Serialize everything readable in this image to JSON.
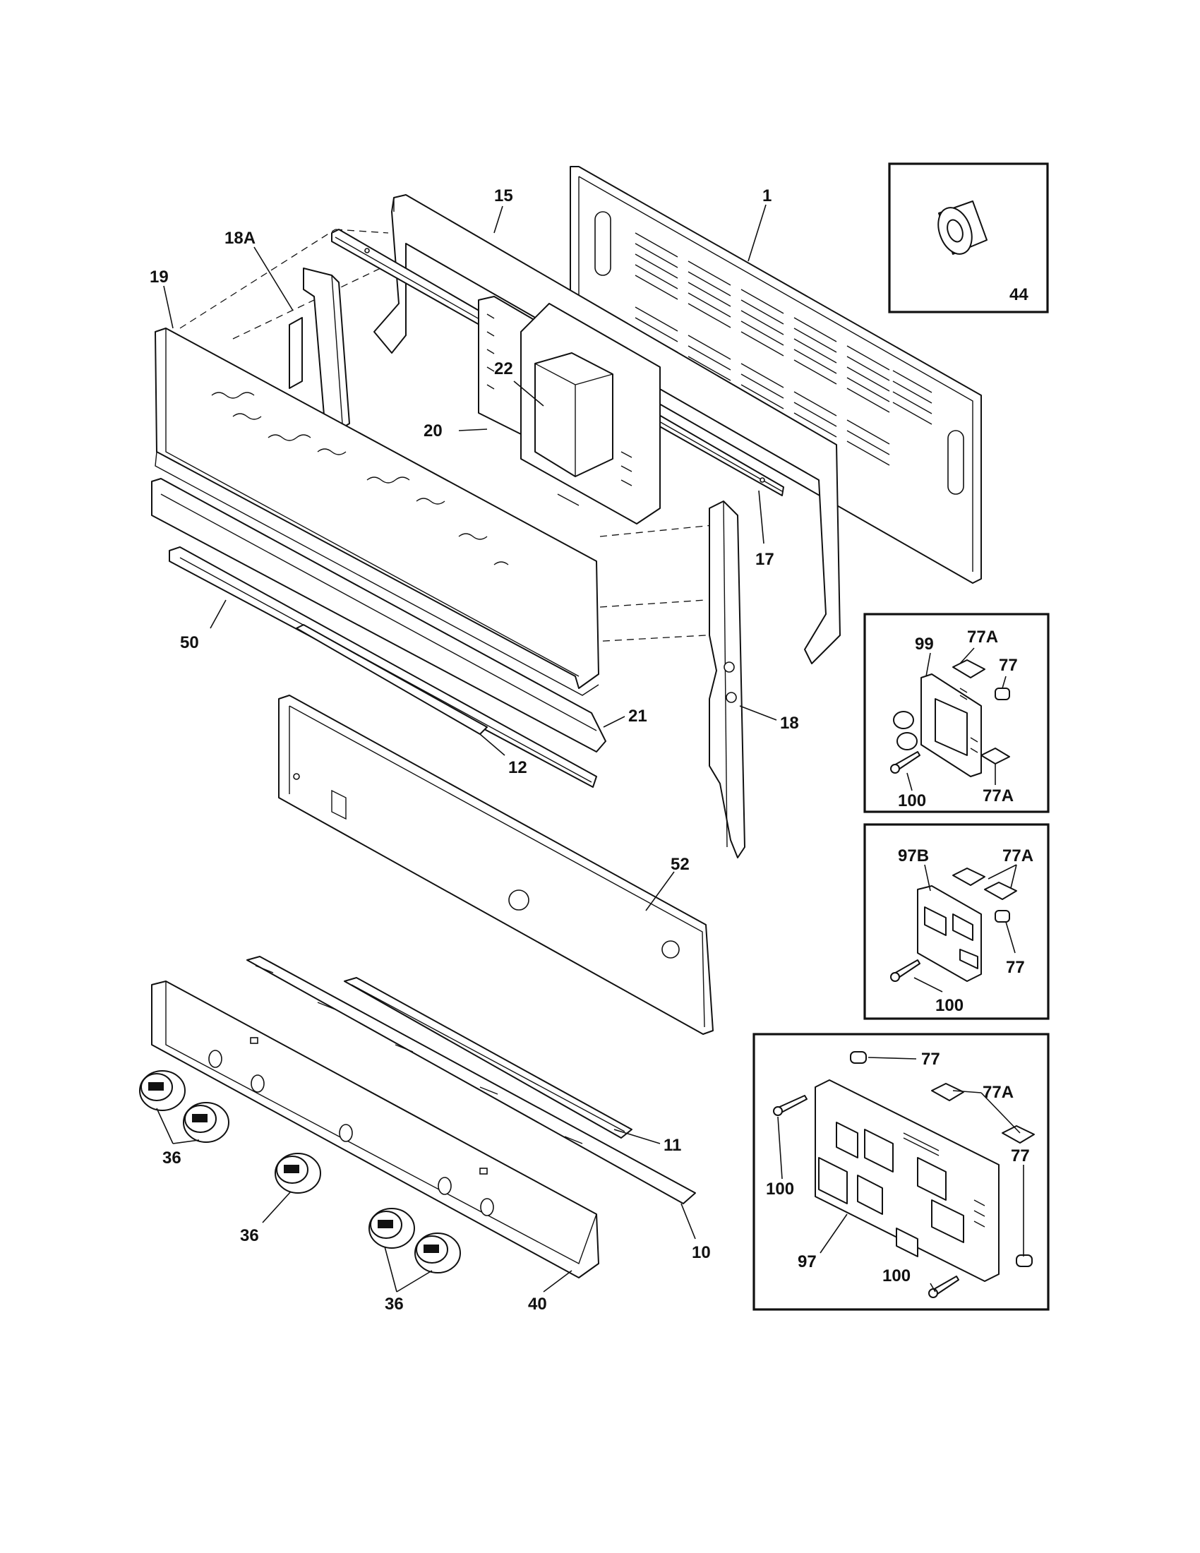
{
  "callouts": {
    "c1": "1",
    "c15": "15",
    "c18A": "18A",
    "c19": "19",
    "c22": "22",
    "c20": "20",
    "c17": "17",
    "c50": "50",
    "c21": "21",
    "c12": "12",
    "c18": "18",
    "c52": "52",
    "c11": "11",
    "c10": "10",
    "c36a": "36",
    "c36b": "36",
    "c36c": "36",
    "c40": "40",
    "c44": "44",
    "b1_99": "99",
    "b1_77A_top": "77A",
    "b1_77": "77",
    "b1_77A_bot": "77A",
    "b1_100": "100",
    "b2_97B": "97B",
    "b2_77A": "77A",
    "b2_77": "77",
    "b2_100": "100",
    "b3_77_top": "77",
    "b3_77A": "77A",
    "b3_100_left": "100",
    "b3_77_right": "77",
    "b3_97": "97",
    "b3_100_bot": "100"
  }
}
